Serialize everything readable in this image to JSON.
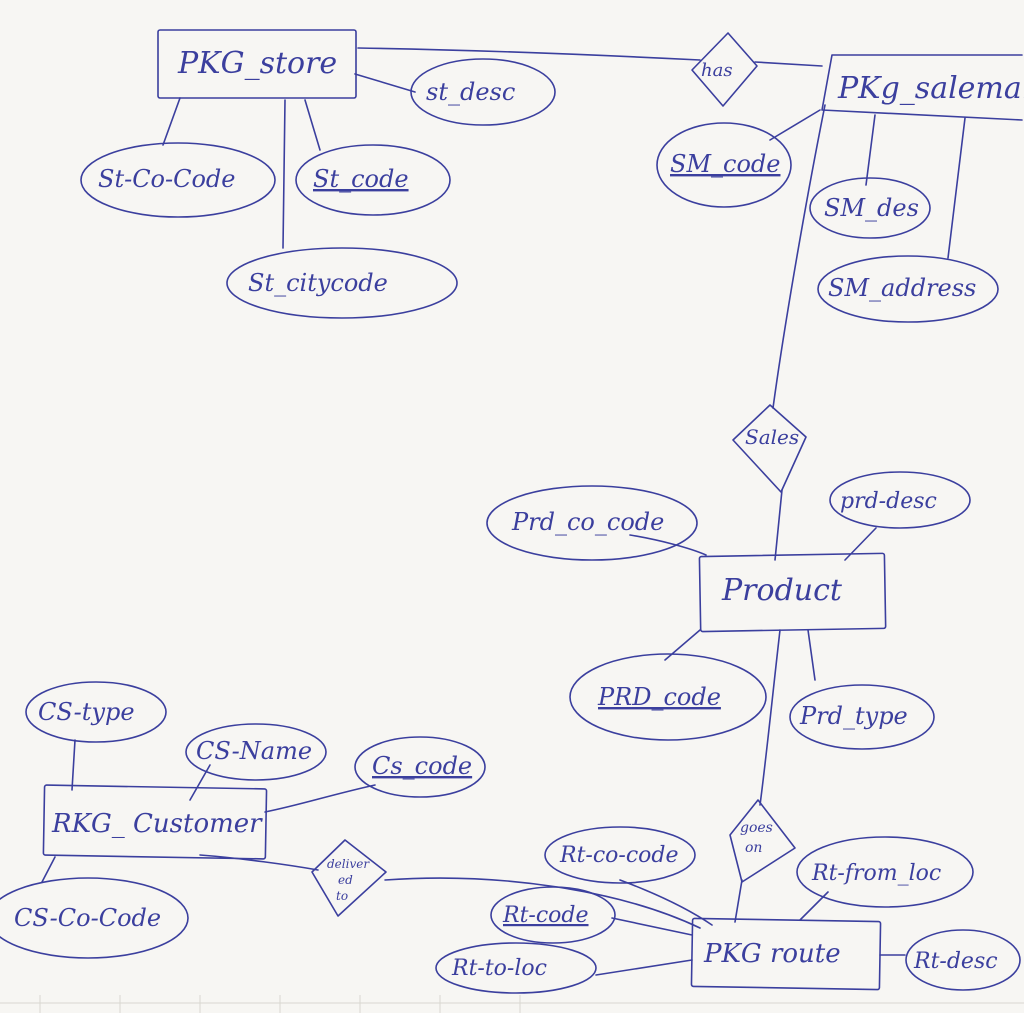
{
  "entities": {
    "pkg_store": "PKG_store",
    "pkg_saleman": "PKg_saleman",
    "product": "Product",
    "pkg_customer": "RKG_ Customer",
    "pkg_route": "PKG route"
  },
  "relationships": {
    "has": "has",
    "sales": "Sales",
    "goes_on_1": "goes",
    "goes_on_2": "on",
    "delivered_1": "deliver",
    "delivered_2": "ed",
    "delivered_3": "to"
  },
  "attributes": {
    "st_desc": "st_desc",
    "st_co_code": "St-Co-Code",
    "st_code": "St_code",
    "st_citycode": "St_citycode",
    "sm_code": "SM_code",
    "sm_des": "SM_des",
    "sm_address": "SM_address",
    "prd_co_code": "Prd_co_code",
    "prd_desc": "prd-desc",
    "prd_code": "PRD_code",
    "prd_type": "Prd_type",
    "cs_type": "CS-type",
    "cs_name": "CS-Name",
    "cs_code": "Cs_code",
    "cs_co_code": "CS-Co-Code",
    "rt_co_code": "Rt-co-code",
    "rt_from_loc": "Rt-from_loc",
    "rt_code": "Rt-code",
    "rt_to_loc": "Rt-to-loc",
    "rt_desc": "Rt-desc"
  }
}
